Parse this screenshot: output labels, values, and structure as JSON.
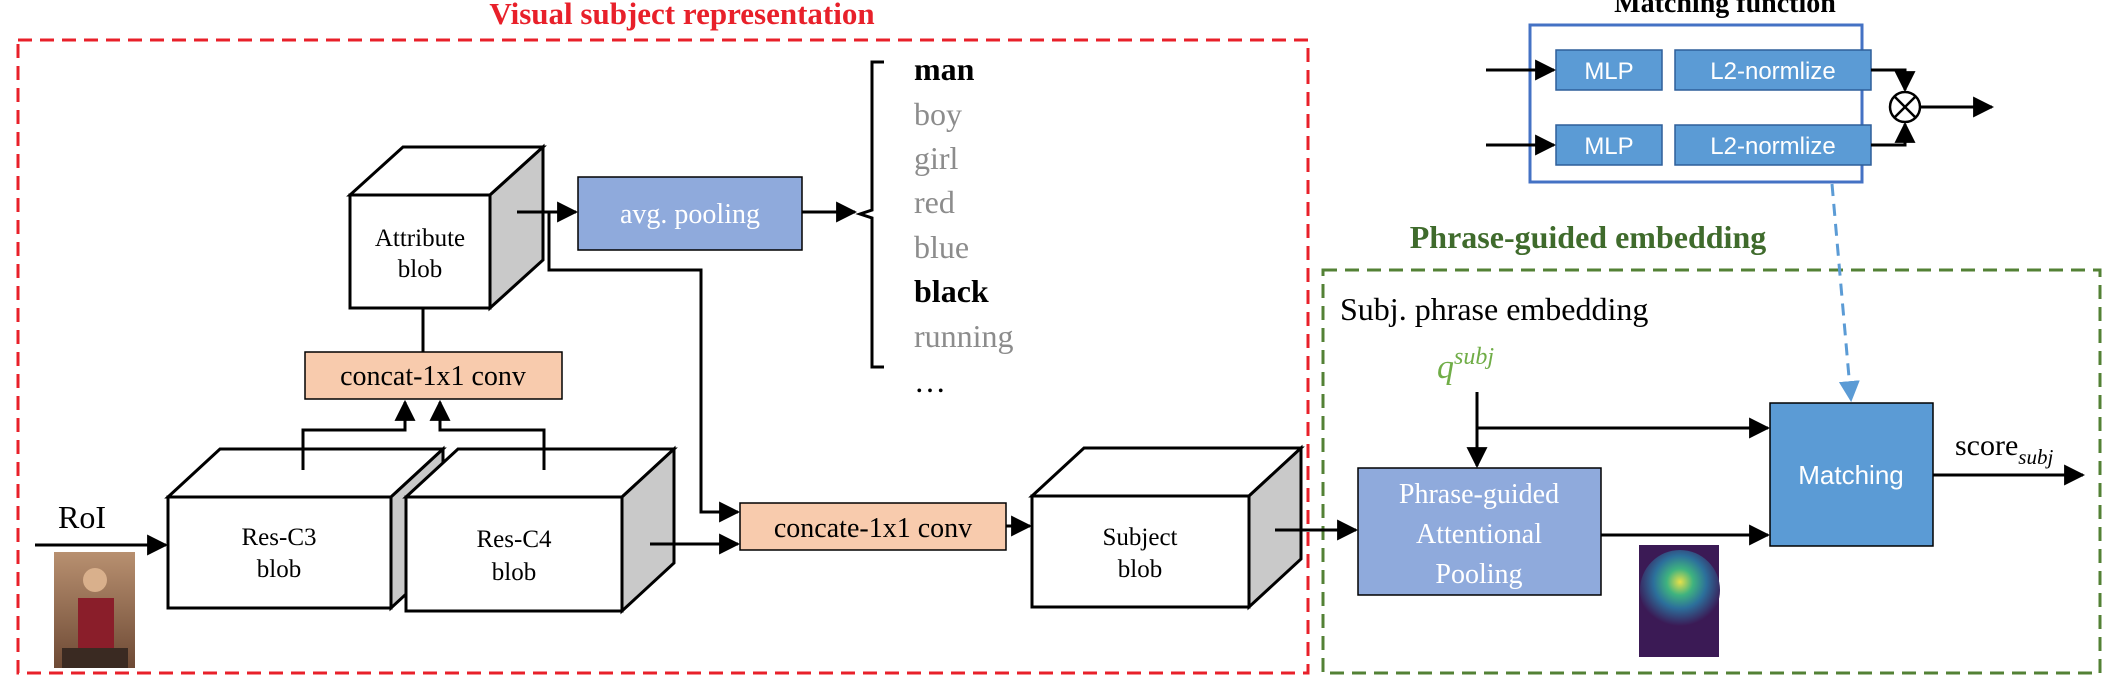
{
  "sections": {
    "visual_title": "Visual subject representation",
    "phrase_title": "Phrase-guided embedding",
    "matching_title": "Matching function"
  },
  "colors": {
    "red_dash": "#e8202a",
    "green_dash": "#538135",
    "green_text": "#3f6b2c",
    "blue_border": "#4472c4",
    "blue_box": "#5b9bd5",
    "light_blue_box": "#8faadc",
    "peach_box": "#f8cbad",
    "cube_side": "#c9c9c9",
    "gray_text": "#8c8c8c",
    "q_green": "#70ad47",
    "dashed_arrow": "#5b9bd5"
  },
  "nodes": {
    "roi": "RoI",
    "attribute_blob": [
      "Attribute",
      "blob"
    ],
    "res_c3_blob": [
      "Res-C3",
      "blob"
    ],
    "res_c4_blob": [
      "Res-C4",
      "blob"
    ],
    "concat_conv": "concat-1x1 conv",
    "concate_conv": "concate-1x1 conv",
    "avg_pooling": "avg. pooling",
    "subject_blob": [
      "Subject",
      "blob"
    ],
    "pgap": [
      "Phrase-guided",
      "Attentional",
      "Pooling"
    ],
    "matching": "Matching",
    "subj_phrase_embedding": "Subj. phrase embedding",
    "q_base": "q",
    "q_sup": "subj",
    "score_base": "score",
    "score_sub": "subj",
    "mlp_1": "MLP",
    "mlp_2": "MLP",
    "l2_1": "L2-normlize",
    "l2_2": "L2-normlize",
    "product_symbol": "⊗"
  },
  "attributes": [
    {
      "text": "man",
      "bold": true
    },
    {
      "text": "boy",
      "bold": false
    },
    {
      "text": "girl",
      "bold": false
    },
    {
      "text": "red",
      "bold": false
    },
    {
      "text": "blue",
      "bold": false
    },
    {
      "text": "black",
      "bold": true
    },
    {
      "text": "running",
      "bold": false
    },
    {
      "text": "…",
      "bold": false
    }
  ]
}
